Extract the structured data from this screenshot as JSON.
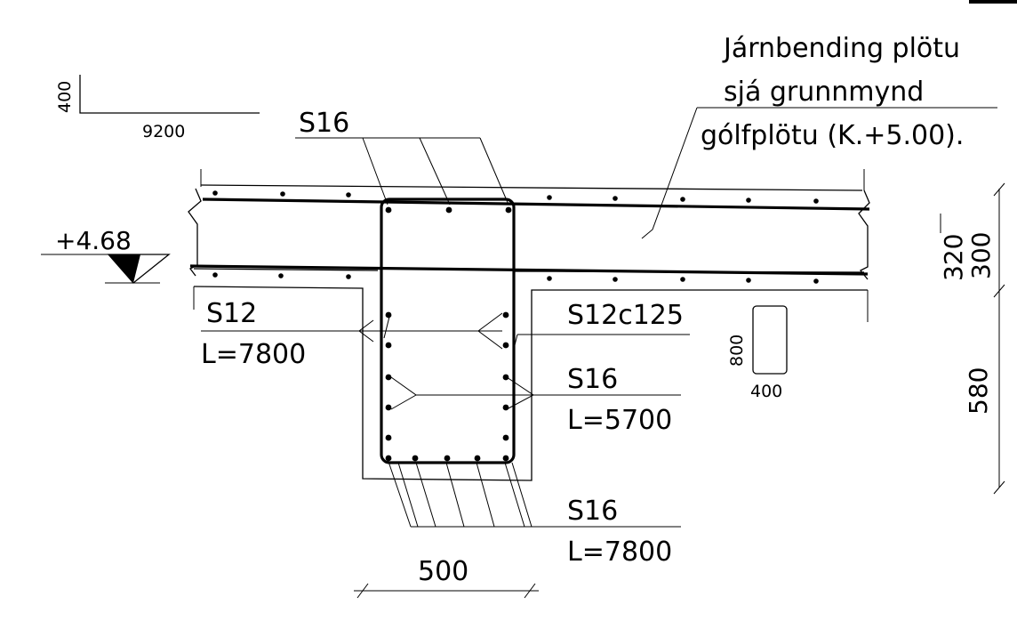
{
  "labels": {
    "note_line1": "Járnbending plötu",
    "note_line2": "sjá grunnmynd",
    "note_line3": "gólfplötu (K.+5.00).",
    "scale_vertical": "400",
    "scale_horizontal": "9200",
    "top_bars": "S16",
    "level_mark": "+4.68",
    "left_bar_name": "S12",
    "left_bar_length": "L=7800",
    "stirrup_bar": "S12c125",
    "side_bar_name": "S16",
    "side_bar_length": "L=5700",
    "bottom_bar_name": "S16",
    "bottom_bar_length": "L=7800",
    "width_dim": "500",
    "section_height": "800",
    "section_width": "400",
    "dim_upper_a": "320",
    "dim_upper_b": "300",
    "dim_lower": "580"
  }
}
